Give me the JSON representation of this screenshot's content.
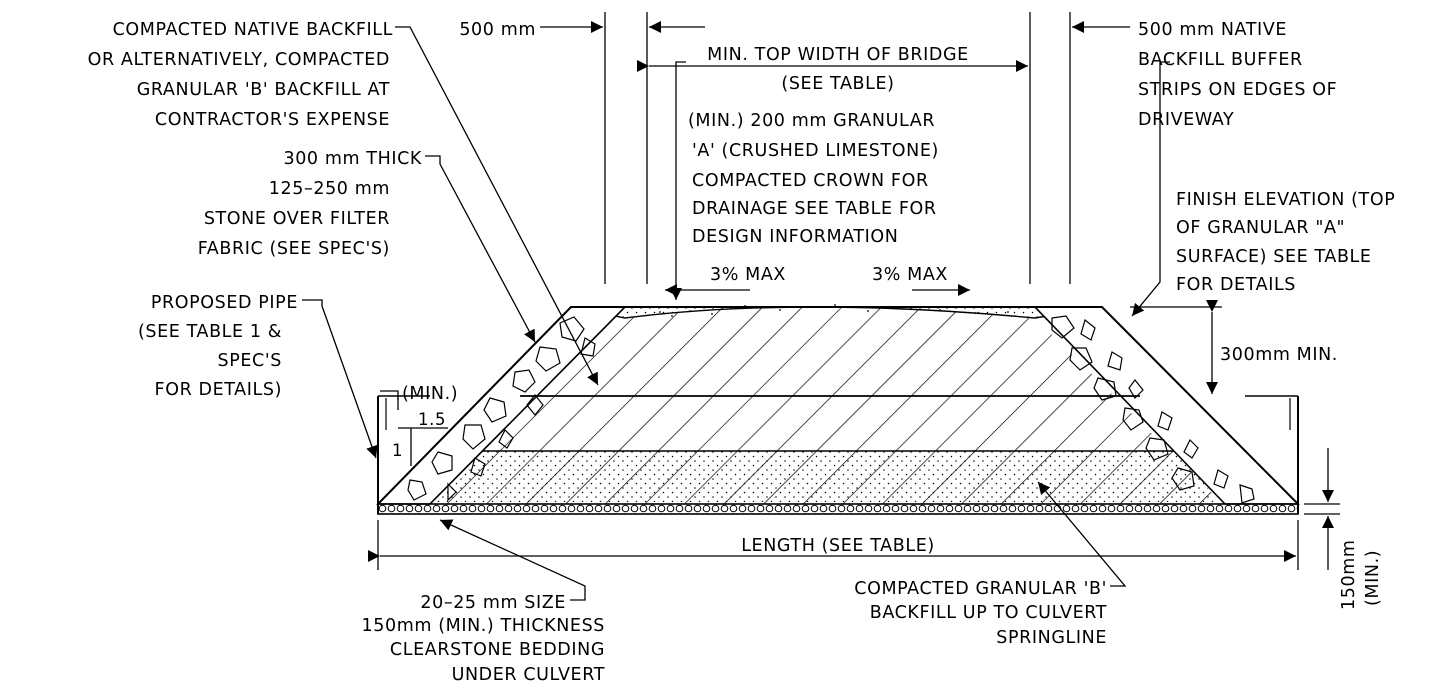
{
  "notes": {
    "native_backfill": [
      "COMPACTED NATIVE BACKFILL",
      "OR ALTERNATIVELY, COMPACTED",
      "GRANULAR 'B' BACKFILL AT",
      "CONTRACTOR'S EXPENSE"
    ],
    "buffer_left": "500 mm",
    "top_width": [
      "MIN. TOP WIDTH OF BRIDGE",
      "(SEE TABLE)"
    ],
    "buffer_right": [
      "500 mm NATIVE",
      "BACKFILL BUFFER",
      "STRIPS ON EDGES OF",
      "DRIVEWAY"
    ],
    "stone": [
      "300 mm THICK",
      "125–250 mm",
      "STONE OVER FILTER",
      "FABRIC (SEE SPEC'S)"
    ],
    "granular_a": [
      "(MIN.) 200 mm GRANULAR",
      "'A' (CRUSHED LIMESTONE)",
      "COMPACTED CROWN FOR",
      "DRAINAGE SEE TABLE FOR",
      "DESIGN INFORMATION"
    ],
    "finish_elevation": [
      "FINISH ELEVATION (TOP",
      "OF GRANULAR \"A\"",
      "SURFACE) SEE TABLE",
      "FOR DETAILS"
    ],
    "slope_left": "3% MAX",
    "slope_right": "3% MAX",
    "pipe": [
      "PROPOSED PIPE",
      "(SEE TABLE 1 &",
      "SPEC'S",
      "FOR DETAILS)"
    ],
    "cover": "300mm MIN.",
    "side_slope_min": "(MIN.)",
    "side_slope_run": "1.5",
    "side_slope_rise": "1",
    "length": "LENGTH (SEE TABLE)",
    "bedding_depth": [
      "150mm",
      "(MIN.)"
    ],
    "clearstone": [
      "20–25 mm SIZE",
      "150mm (MIN.) THICKNESS",
      "CLEARSTONE BEDDING",
      "UNDER CULVERT"
    ],
    "granular_b": [
      "COMPACTED GRANULAR 'B'",
      "BACKFILL UP TO CULVERT",
      "SPRINGLINE"
    ]
  }
}
